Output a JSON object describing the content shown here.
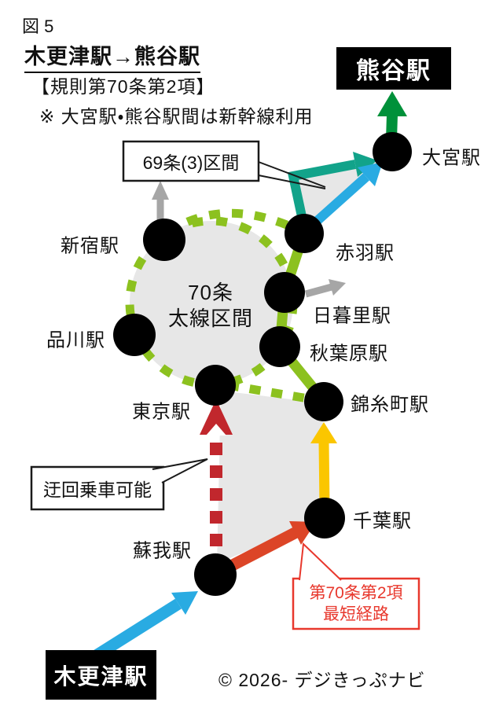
{
  "header": {
    "figure_label": "図 5",
    "title": "木更津駅→熊谷駅",
    "rule": "【規則第70条第2項】",
    "note": "※ 大宮駅・熊谷駅間は新幹線利用"
  },
  "terminals": {
    "destination": "熊谷駅",
    "origin": "木更津駅"
  },
  "stations": {
    "omiya": "大宮駅",
    "shinjuku": "新宿駅",
    "akabane": "赤羽駅",
    "shinagawa": "品川駅",
    "nippori": "日暮里駅",
    "akihabara": "秋葉原駅",
    "tokyo": "東京駅",
    "kinshicho": "錦糸町駅",
    "chiba": "千葉駅",
    "soga": "蘇我駅"
  },
  "annotations": {
    "article69_section": "69条(3)区間",
    "bold_zone_line1": "70条",
    "bold_zone_line2": "太線区間",
    "detour_possible": "迂回乗車可能",
    "shortest_route_line1": "第70条第2項",
    "shortest_route_line2": "最短経路"
  },
  "footer": {
    "copyright": "© 2026- デジきっぷナビ"
  },
  "colors": {
    "route_green": "#8cc11f",
    "shinkansen_green": "#00913a",
    "teal_route": "#12a38a",
    "blue_route": "#29abe2",
    "yellow_route": "#fbc600",
    "orange_red_route": "#dc4527",
    "crimson_detour": "#c1272d",
    "annotation_red": "#e8382d",
    "gray_arrow": "#a6a6a6",
    "area_gray": "#e7e7e7"
  }
}
